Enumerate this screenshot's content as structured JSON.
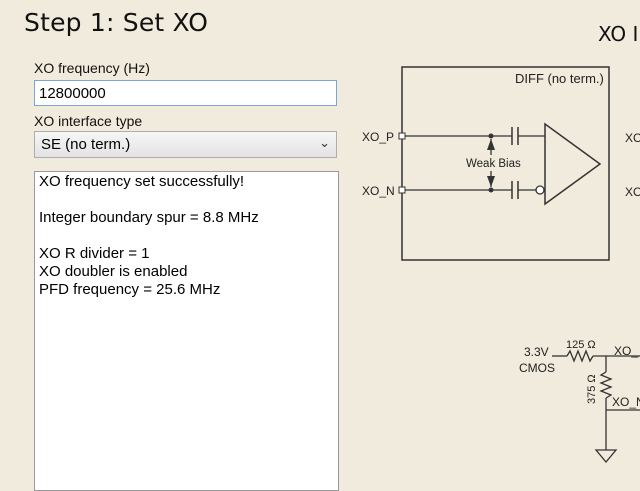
{
  "page": {
    "title": "Step 1: Set XO"
  },
  "form": {
    "freq_label": "XO frequency (Hz)",
    "freq_value": "12800000",
    "iface_label": "XO interface type",
    "iface_selected": "SE (no term.)",
    "chevron_icon": "chevron-down-icon"
  },
  "status": {
    "lines": [
      "XO frequency set successfully!",
      "",
      "Integer boundary spur = 8.8 MHz",
      "",
      "XO R divider = 1",
      "XO doubler is enabled",
      "PFD frequency = 25.6 MHz"
    ]
  },
  "diagram": {
    "title": "XO I",
    "diff_label": "DIFF (no term.)",
    "pin_p": "XO_P",
    "pin_n": "XO_N",
    "bias_label": "Weak Bias",
    "out_p_partial": "XO",
    "out_n_partial": "XO",
    "cmos_v": "3.3V",
    "cmos_label": "CMOS",
    "r1": "125 Ω",
    "r2": "375 Ω",
    "cmos_p_partial": "XO_",
    "cmos_n_partial": "XO_N"
  }
}
